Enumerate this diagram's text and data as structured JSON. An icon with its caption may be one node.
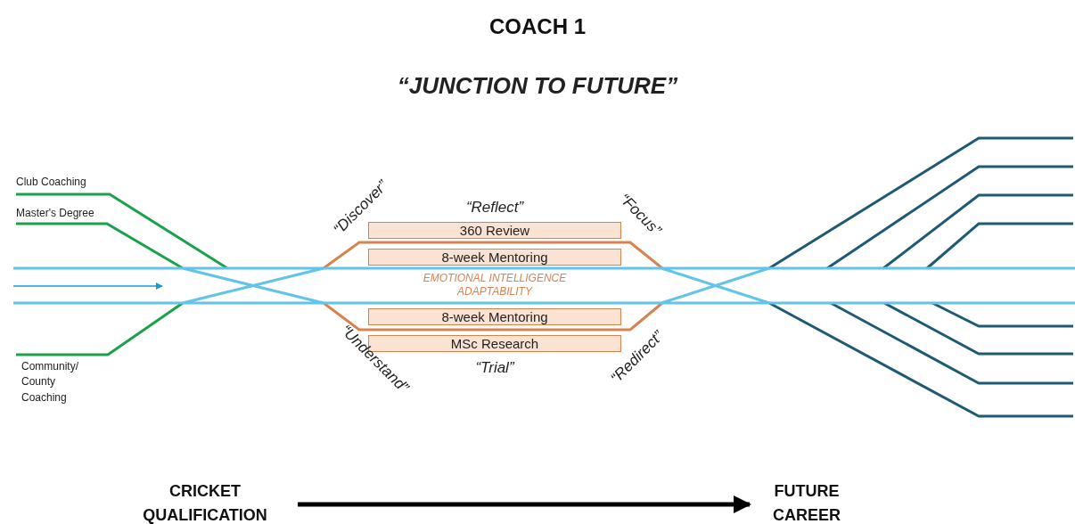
{
  "diagram": {
    "title": "COACH 1",
    "nodes": [
      {
        "text": [
          "360 Review"
        ]
      },
      {
        "text": [
          "8-week Mentoring"
        ]
      },
      {
        "text": [
          "8-week Mentoring"
        ]
      },
      {
        "text": [
          "MSc Research"
        ]
      },
      {
        "text": [
          "CRICKET QUALIFICATION"
        ]
      },
      {
        "text": [
          "FUTURE CAREER"
        ]
      }
    ],
    "edges": [
      {
        "from": 4,
        "to": 5,
        "arrow": "to"
      }
    ],
    "labels": [
      "“JUNCTION TO FUTURE”",
      "Club Coaching",
      "Master's Degree",
      "Community/ County Coaching",
      "“Discover”",
      "“Reflect”",
      "“Focus”",
      "EMOTIONAL INTELLIGENCE ADAPTABILITY",
      "“Understand”",
      "“Trial”",
      "“Redirect”"
    ]
  }
}
